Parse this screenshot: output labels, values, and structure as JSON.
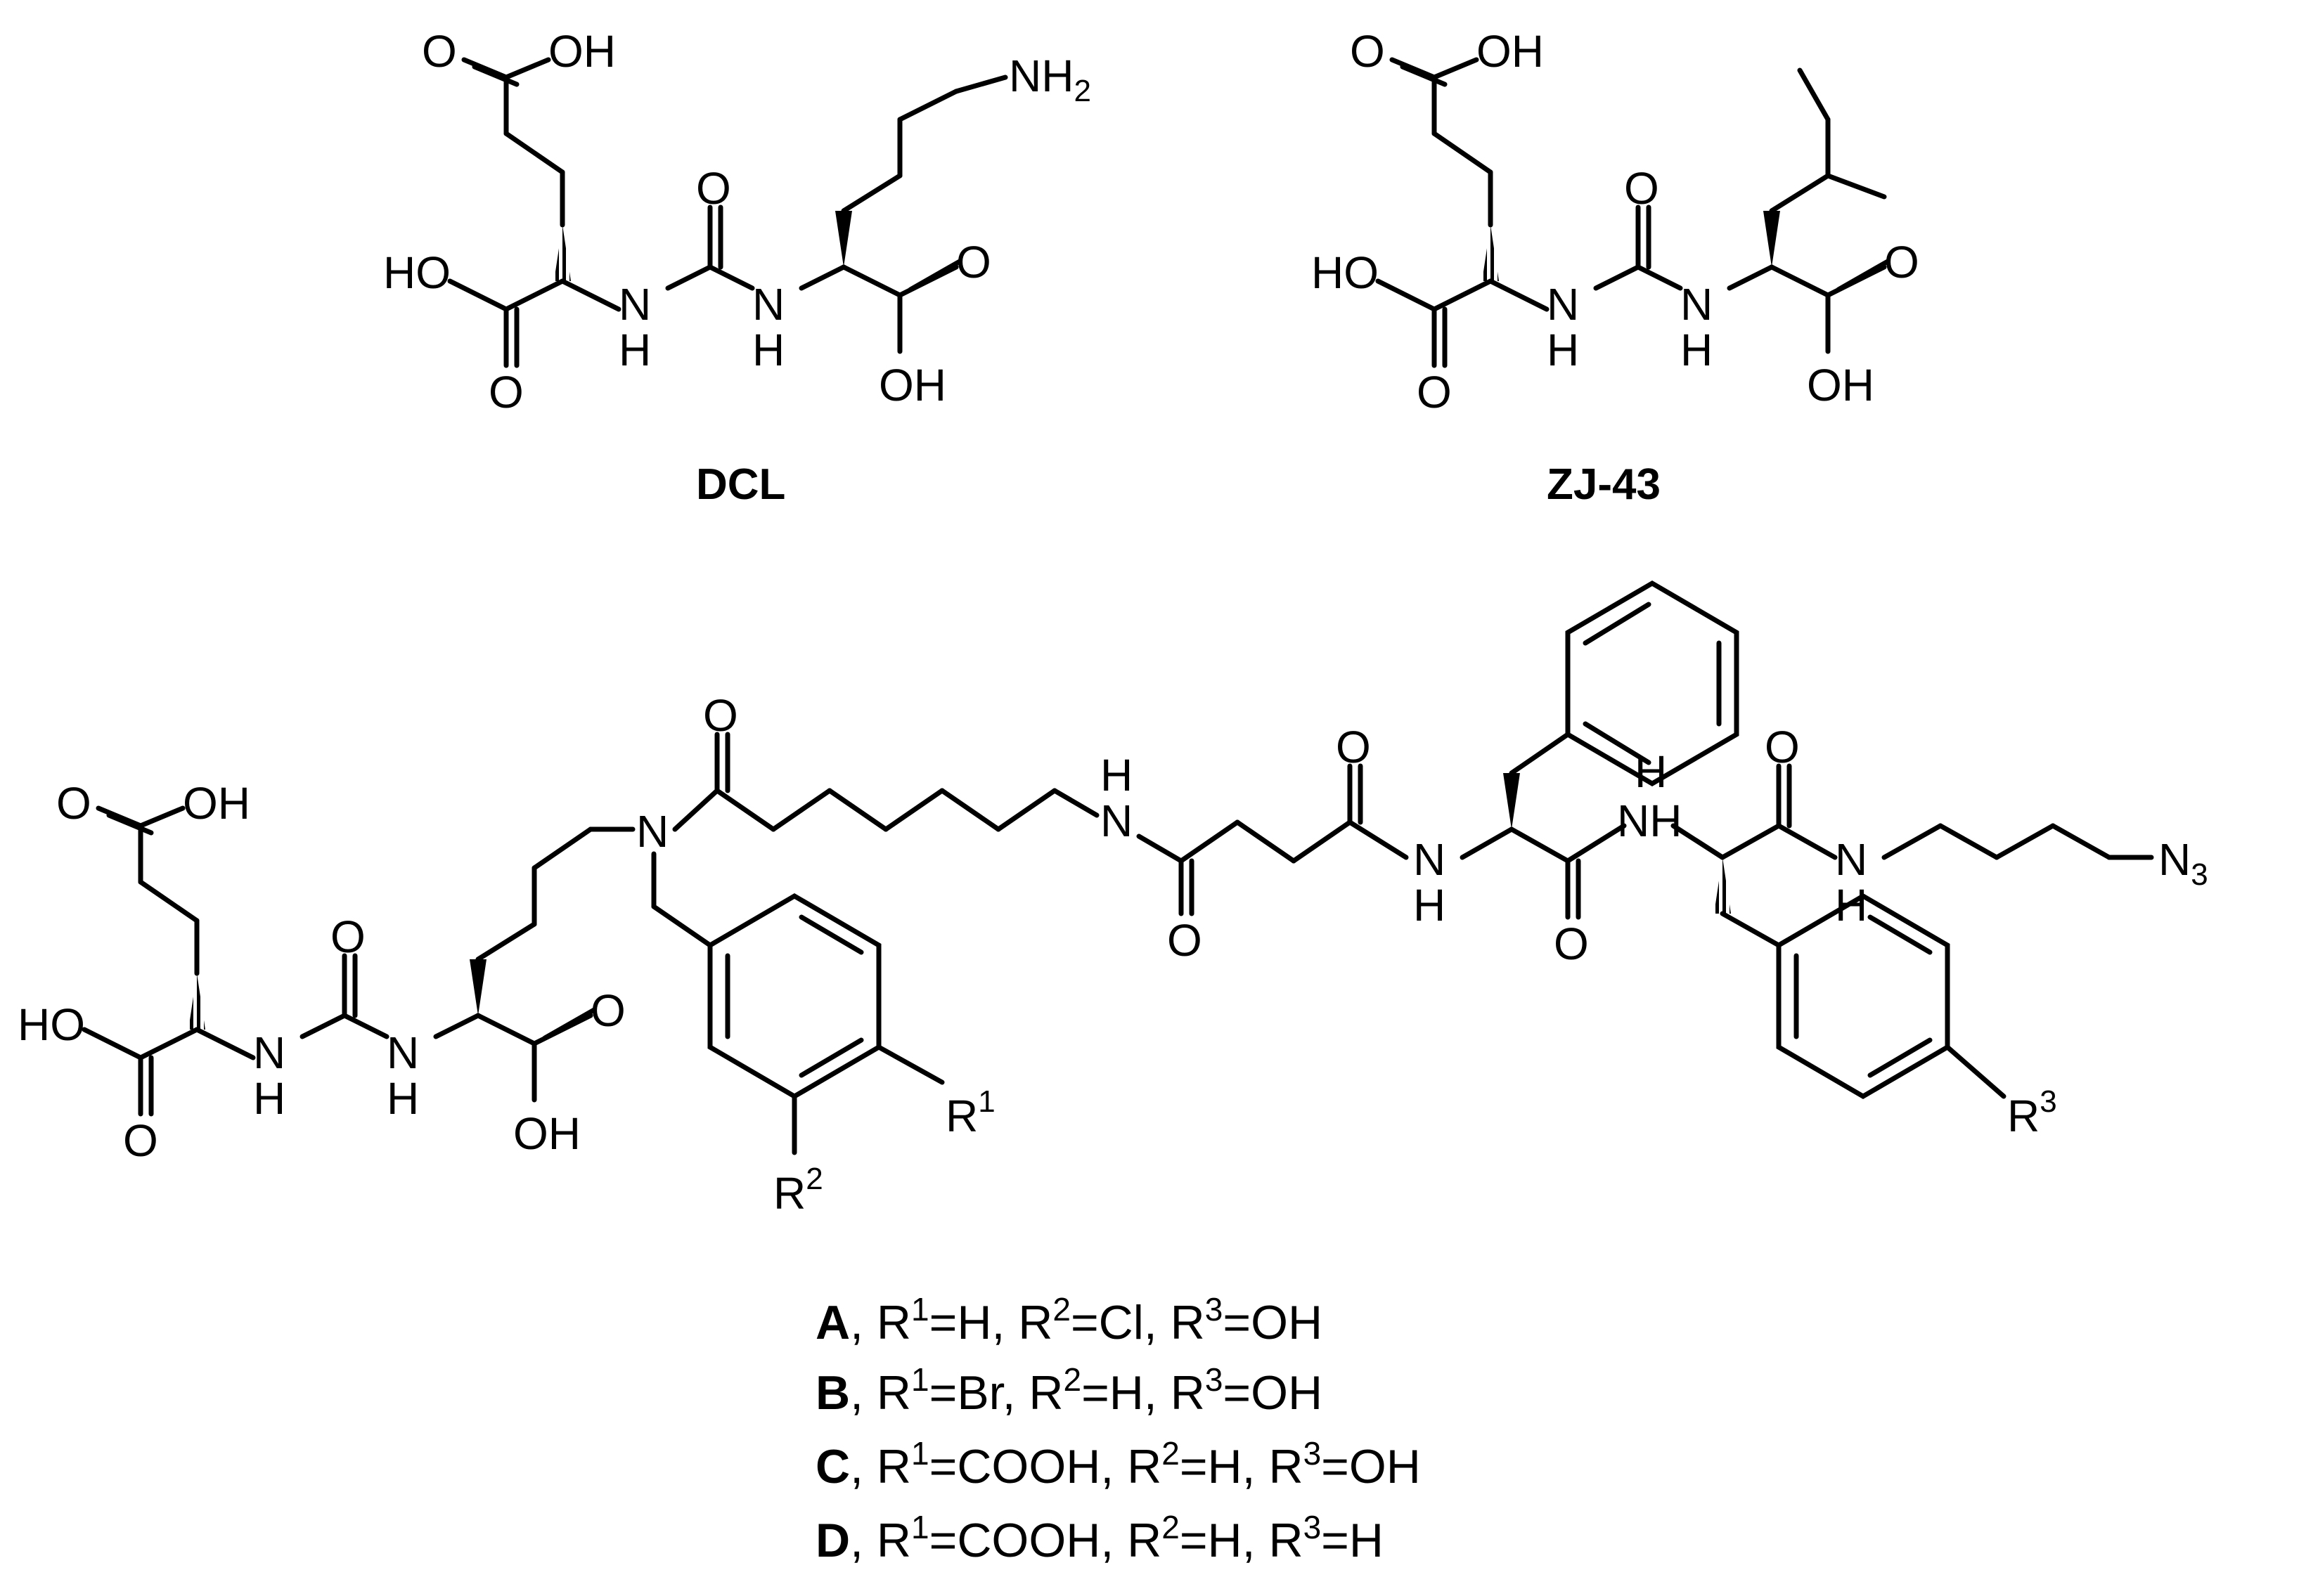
{
  "compounds": [
    {
      "label": "DCL"
    },
    {
      "label": "ZJ-43"
    }
  ],
  "atoms": {
    "OH": "OH",
    "HO": "HO",
    "O": "O",
    "N": "N",
    "H": "H",
    "NH": "NH",
    "NH2_main": "NH",
    "NH2_sub": "2",
    "N3_main": "N",
    "N3_sub": "3"
  },
  "r_groups": [
    {
      "main": "R",
      "sup": "1"
    },
    {
      "main": "R",
      "sup": "2"
    },
    {
      "main": "R",
      "sup": "3"
    }
  ],
  "legend": [
    {
      "label": "A",
      "r1": "H",
      "r2": "Cl",
      "r3": "OH"
    },
    {
      "label": "B",
      "r1": "Br",
      "r2": "H",
      "r3": "OH"
    },
    {
      "label": "C",
      "r1": "COOH",
      "r2": "H",
      "r3": "OH"
    },
    {
      "label": "D",
      "r1": "COOH",
      "r2": "H",
      "r3": "H"
    }
  ],
  "legend_tokens": {
    "comma": ", ",
    "R": "R",
    "eq": "=",
    "sup1": "1",
    "sup2": "2",
    "sup3": "3"
  }
}
